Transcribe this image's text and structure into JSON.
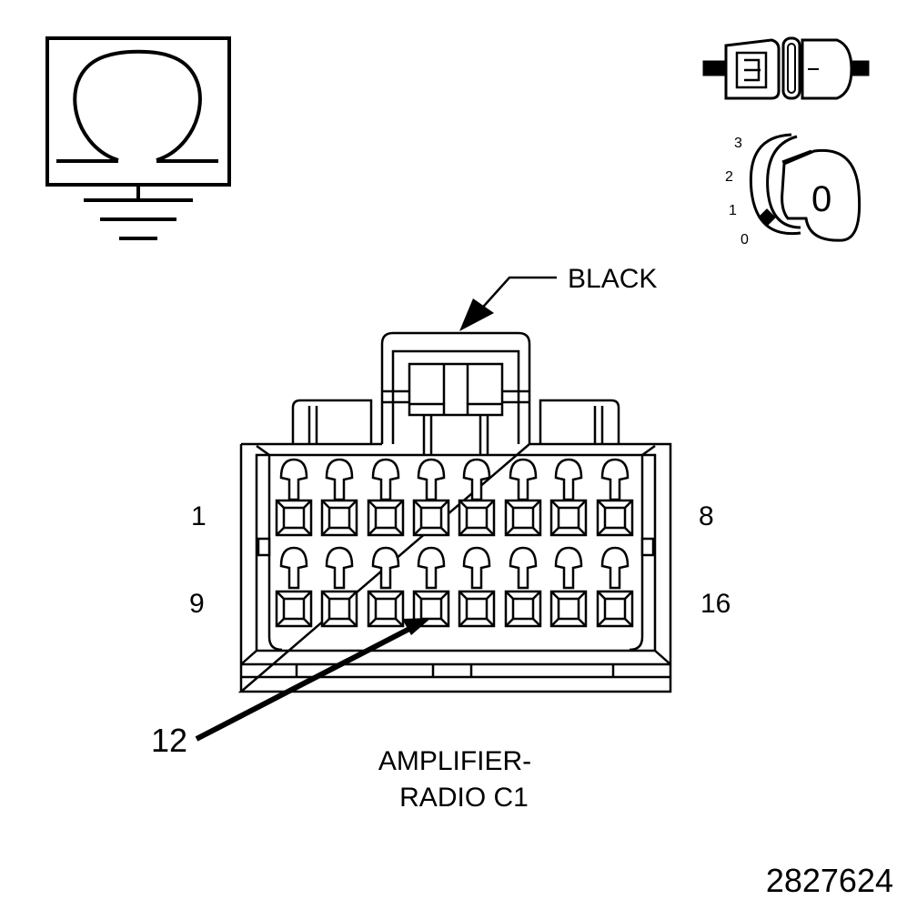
{
  "ohmmeter_icon": {
    "symbol": "Ω",
    "icon": "ohmmeter-ground-icon"
  },
  "connector_icon": {
    "icon": "disconnected-connector-icon"
  },
  "ignition_icon": {
    "icon": "ignition-key-off-icon",
    "positions": [
      "3",
      "2",
      "1",
      "0"
    ],
    "key_label": "0"
  },
  "color_callout": {
    "label": "BLACK"
  },
  "pin_labels": {
    "top_left": "1",
    "top_right": "8",
    "bottom_left": "9",
    "bottom_right": "16",
    "callout": "12"
  },
  "caption": {
    "line1": "AMPLIFIER-",
    "line2": "RADIO C1"
  },
  "figure_number": "2827624",
  "colors": {
    "ink": "#000000",
    "background": "#ffffff"
  }
}
